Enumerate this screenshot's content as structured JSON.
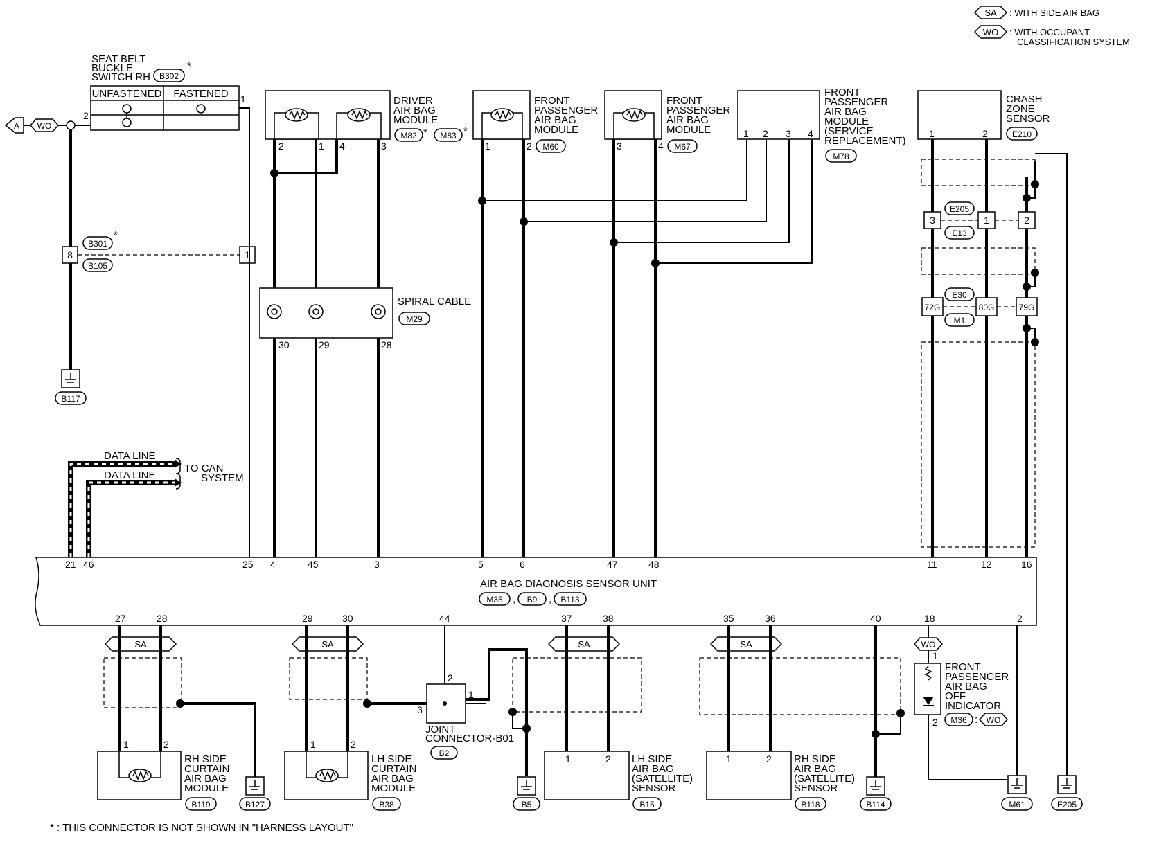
{
  "legend": {
    "sa_code": "SA",
    "sa_text": ": WITH SIDE AIR BAG",
    "wo_code": "WO",
    "wo_text_1": ": WITH OCCUPANT",
    "wo_text_2": "CLASSIFICATION SYSTEM"
  },
  "seat_belt_switch": {
    "label_1": "SEAT BELT",
    "label_2": "BUCKLE",
    "label_3": "SWITCH RH",
    "connector": "B302",
    "asterisk": "*",
    "col_unfastened": "UNFASTENED",
    "col_fastened": "FASTENED",
    "pin_1": "1",
    "pin_2": "2"
  },
  "left_side": {
    "arrow_label": "A",
    "wo_tag": "WO",
    "pin_8": "8",
    "pin_1": "1",
    "conn_b301": "B301",
    "conn_b105": "B105",
    "asterisk": "*",
    "ground_b117": "B117"
  },
  "driver_module": {
    "label_1": "DRIVER",
    "label_2": "AIR BAG",
    "label_3": "MODULE",
    "conn_a": "M82",
    "conn_b": "M83",
    "asterisk": "*",
    "pins": [
      "2",
      "1",
      "4",
      "3"
    ]
  },
  "front_pass_m60": {
    "label_1": "FRONT",
    "label_2": "PASSENGER",
    "label_3": "AIR BAG",
    "label_4": "MODULE",
    "connector": "M60",
    "pins": [
      "1",
      "2"
    ]
  },
  "front_pass_m67": {
    "label_1": "FRONT",
    "label_2": "PASSENGER",
    "label_3": "AIR BAG",
    "label_4": "MODULE",
    "connector": "M67",
    "pins": [
      "3",
      "4"
    ]
  },
  "front_pass_m78": {
    "label_1": "FRONT",
    "label_2": "PASSENGER",
    "label_3": "AIR BAG",
    "label_4": "MODULE",
    "label_5": "(SERVICE",
    "label_6": "REPLACEMENT)",
    "connector": "M78",
    "pins": [
      "1",
      "2",
      "3",
      "4"
    ]
  },
  "crash_zone": {
    "label_1": "CRASH",
    "label_2": "ZONE",
    "label_3": "SENSOR",
    "connector": "E210",
    "pins": [
      "1",
      "2"
    ],
    "conn_e205": "E205",
    "conn_e13": "E13",
    "conn_e30": "E30",
    "conn_m1": "M1",
    "j_pins": [
      "3",
      "1",
      "2"
    ],
    "k_pins": [
      "72G",
      "80G",
      "79G"
    ]
  },
  "spiral_cable": {
    "label": "SPIRAL CABLE",
    "connector": "M29",
    "pins": [
      "30",
      "29",
      "28"
    ]
  },
  "data_lines": {
    "line_1": "DATA LINE",
    "line_2": "DATA LINE",
    "dest_1": "TO CAN",
    "dest_2": "SYSTEM"
  },
  "sensor_unit": {
    "label": "AIR BAG DIAGNOSIS SENSOR UNIT",
    "conn_a": "M35",
    "conn_b": "B9",
    "conn_c": "B113",
    "sep": ",",
    "top_pins": [
      "21",
      "46",
      "25",
      "4",
      "45",
      "3",
      "5",
      "6",
      "47",
      "48",
      "11",
      "12",
      "16"
    ],
    "bottom_pins": [
      "27",
      "28",
      "29",
      "30",
      "44",
      "37",
      "38",
      "35",
      "36",
      "40",
      "18",
      "2"
    ]
  },
  "bottom": {
    "sa_tag": "SA",
    "wo_tag": "WO",
    "rh_curtain": [
      "RH SIDE",
      "CURTAIN",
      "AIR BAG",
      "MODULE"
    ],
    "rh_curtain_conn": "B119",
    "ground_b127": "B127",
    "lh_curtain": [
      "LH SIDE",
      "CURTAIN",
      "AIR BAG",
      "MODULE"
    ],
    "lh_curtain_conn": "B38",
    "joint_label_1": "JOINT",
    "joint_label_2": "CONNECTOR-B01",
    "joint_conn": "B2",
    "joint_pins": [
      "2",
      "1",
      "3"
    ],
    "ground_b5": "B5",
    "lh_sat": [
      "LH SIDE",
      "AIR BAG",
      "(SATELLITE)",
      "SENSOR"
    ],
    "lh_sat_conn": "B15",
    "rh_sat": [
      "RH SIDE",
      "AIR BAG",
      "(SATELLITE)",
      "SENSOR"
    ],
    "rh_sat_conn": "B118",
    "ground_b114": "B114",
    "indicator": [
      "FRONT",
      "PASSENGER",
      "AIR BAG",
      "OFF",
      "INDICATOR"
    ],
    "indicator_conn": "M36",
    "indicator_colon": ":",
    "ground_m61": "M61",
    "ground_e205": "E205",
    "module_pins_1": "1",
    "module_pins_2": "2"
  },
  "footnote": "* : THIS CONNECTOR IS NOT SHOWN IN \"HARNESS LAYOUT\""
}
